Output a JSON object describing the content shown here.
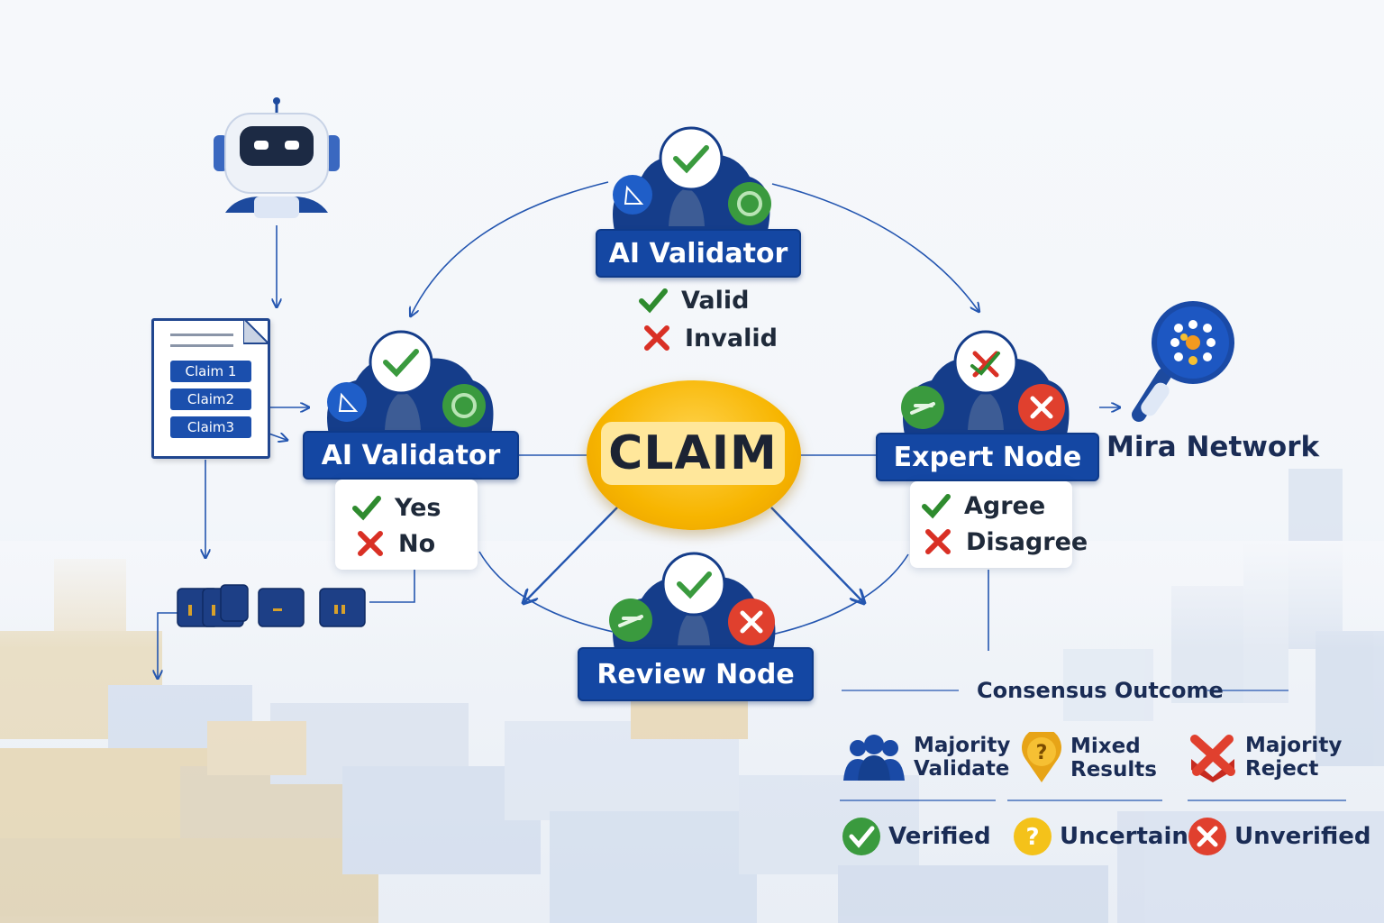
{
  "document": {
    "claims": [
      "Claim 1",
      "Claim2",
      "Claim3"
    ]
  },
  "center": {
    "label": "CLAIM"
  },
  "validator_top": {
    "title": "AI Validator",
    "options": [
      "Valid",
      "Invalid"
    ]
  },
  "validator_left": {
    "title": "AI Validator",
    "options": [
      "Yes",
      "No"
    ]
  },
  "expert_node": {
    "title": "Expert Node",
    "options": [
      "Agree",
      "Disagree"
    ]
  },
  "review_node": {
    "title": "Review Node"
  },
  "network": {
    "label": "Mira Network"
  },
  "consensus": {
    "title": "Consensus Outcome",
    "outcomes": [
      {
        "line1": "Majority",
        "line2": "Validate",
        "icon": "people-group-icon"
      },
      {
        "line1": "Mixed",
        "line2": "Results",
        "icon": "question-pin-icon"
      },
      {
        "line1": "Majority",
        "line2": "Reject",
        "icon": "reject-x-icon"
      }
    ],
    "statuses": [
      {
        "label": "Verified",
        "color": "#3a9a3e"
      },
      {
        "label": "Uncertain",
        "color": "#f4c21a"
      },
      {
        "label": "Unverified",
        "color": "#e0402e"
      }
    ]
  },
  "colors": {
    "primary": "#1447a3",
    "accent": "#f7b500",
    "success": "#2e8b2e",
    "danger": "#d93025"
  }
}
